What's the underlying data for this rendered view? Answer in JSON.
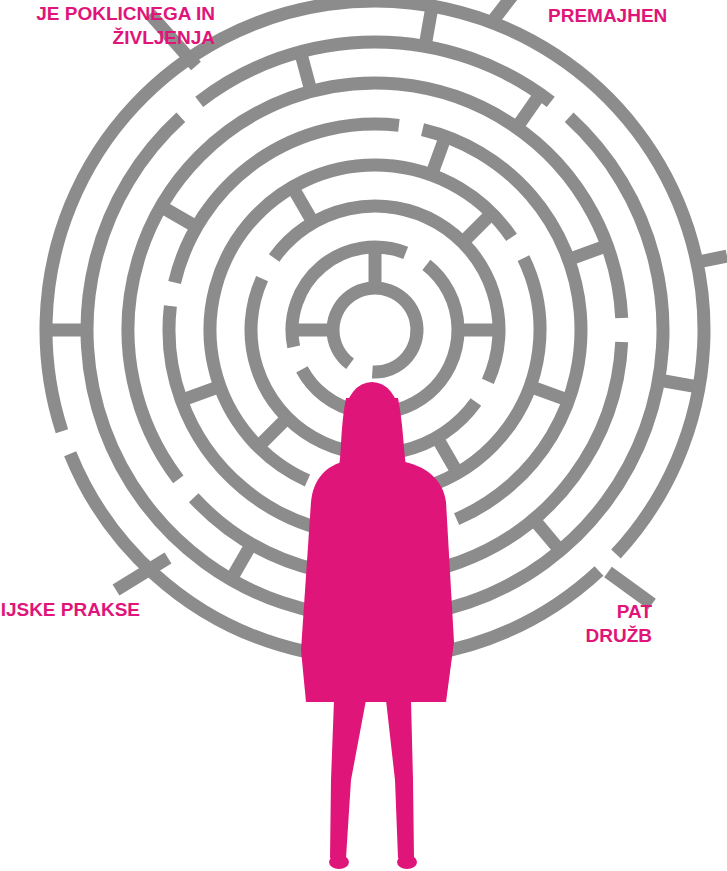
{
  "diagram": {
    "labels": [
      "JE POKLICNEGA IN ŽIVLJENJA",
      "PREMAJHEN",
      "IJSKE PRAKSE",
      "PAT DRUŽB"
    ]
  }
}
